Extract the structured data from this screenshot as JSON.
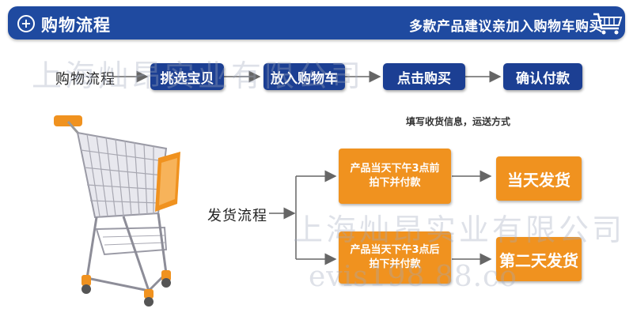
{
  "header": {
    "title": "购物流程",
    "slogan": "多款产品建议亲加入购物车购买"
  },
  "watermarks": {
    "company": "上海灿昂实业有限公司",
    "company_lower": "上海灿昂实业有限公司",
    "email_fragment": "evis198 88.co"
  },
  "shopping_flow": {
    "label": "购物流程",
    "steps": [
      "挑选宝贝",
      "放入购物车",
      "点击购买",
      "确认付款"
    ],
    "note": "填写收货信息，运送方式"
  },
  "shipping_flow": {
    "label": "发货流程",
    "branches": [
      {
        "condition": "产品当天下午3点前拍下并付款",
        "condition_line1": "产品当天下午3点前",
        "condition_line2": "拍下并付款",
        "result": "当天发货"
      },
      {
        "condition": "产品当天下午3点后拍下并付款",
        "condition_line1": "产品当天下午3点后",
        "condition_line2": "拍下并付款",
        "result": "第二天发货"
      }
    ]
  },
  "colors": {
    "header_blue": "#1f4aa0",
    "step_blue": "#1c3f93",
    "orange": "#f0921f"
  },
  "icons": {
    "header_icon": "plus-circle-icon",
    "cart_icon": "shopping-cart-icon",
    "cart_illustration": "shopping-cart-illustration"
  }
}
